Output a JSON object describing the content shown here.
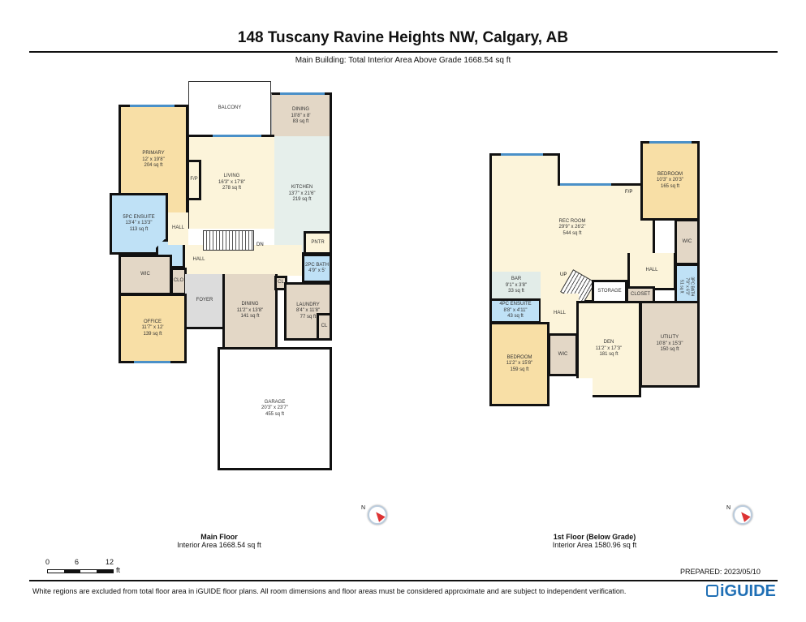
{
  "header": {
    "title": "148 Tuscany Ravine Heights NW, Calgary, AB",
    "subtitle": "Main Building: Total Interior Area Above Grade 1668.54 sq ft"
  },
  "main_floor": {
    "name": "Main Floor",
    "area": "Interior Area 1668.54 sq ft",
    "rooms": {
      "balcony": {
        "name": "BALCONY"
      },
      "dining_top": {
        "name": "DINING",
        "dims": "10'8\" x 8'",
        "area": "83 sq ft"
      },
      "primary": {
        "name": "PRIMARY",
        "dims": "12' x 19'8\"",
        "area": "204 sq ft"
      },
      "living": {
        "name": "LIVING",
        "dims": "16'3\" x 17'8\"",
        "area": "278 sq ft"
      },
      "kitchen": {
        "name": "KITCHEN",
        "dims": "13'7\" x 21'6\"",
        "area": "219 sq ft"
      },
      "fp": {
        "name": "F/P"
      },
      "ensuite": {
        "name": "5PC ENSUITE",
        "dims": "13'4\" x 13'3\"",
        "area": "113 sq ft"
      },
      "hall1": {
        "name": "HALL"
      },
      "hall2": {
        "name": "HALL"
      },
      "dn": {
        "name": "DN"
      },
      "pntr": {
        "name": "PNTR"
      },
      "bath2": {
        "name": "2PC BATH",
        "dims": "4'9\" x 5'"
      },
      "wic": {
        "name": "WIC"
      },
      "clo": {
        "name": "CLO"
      },
      "foyer": {
        "name": "FOYER"
      },
      "dining": {
        "name": "DINING",
        "dims": "11'2\" x 13'8\"",
        "area": "141 sq ft"
      },
      "cl1": {
        "name": "CL"
      },
      "laundry": {
        "name": "LAUNDRY",
        "dims": "8'4\" x 11'8\"",
        "area": "77 sq ft"
      },
      "cl2": {
        "name": "CL"
      },
      "office": {
        "name": "OFFICE",
        "dims": "11'7\" x 12'",
        "area": "139 sq ft"
      },
      "garage": {
        "name": "GARAGE",
        "dims": "20'3\" x 23'7\"",
        "area": "455 sq ft"
      }
    }
  },
  "lower_floor": {
    "name": "1st Floor (Below Grade)",
    "area": "Interior Area 1580.96 sq ft",
    "rooms": {
      "rec": {
        "name": "REC ROOM",
        "dims": "29'9\" x 26'2\"",
        "area": "544 sq ft"
      },
      "fp": {
        "name": "F/P"
      },
      "bedroom1": {
        "name": "BEDROOM",
        "dims": "10'3\" x 20'3\"",
        "area": "165 sq ft"
      },
      "wic1": {
        "name": "WIC"
      },
      "hall1": {
        "name": "HALL"
      },
      "bath3": {
        "name": "3PC BATH",
        "dims": "7'8\" x 6'3\"",
        "area": "51 sq ft"
      },
      "bar": {
        "name": "BAR",
        "dims": "9'1\" x 3'8\"",
        "area": "33 sq ft"
      },
      "up": {
        "name": "UP"
      },
      "storage": {
        "name": "STORAGE"
      },
      "closet": {
        "name": "CLOSET"
      },
      "ensuite": {
        "name": "4PC ENSUITE",
        "dims": "8'8\" x 4'11\"",
        "area": "43 sq ft"
      },
      "hall2": {
        "name": "HALL"
      },
      "bedroom2": {
        "name": "BEDROOM",
        "dims": "11'2\" x 15'8\"",
        "area": "159 sq ft"
      },
      "wic2": {
        "name": "WIC"
      },
      "den": {
        "name": "DEN",
        "dims": "11'2\" x 17'3\"",
        "area": "181 sq ft"
      },
      "utility": {
        "name": "UTILITY",
        "dims": "10'8\" x 15'3\"",
        "area": "150 sq ft"
      }
    }
  },
  "compass": {
    "label": "N"
  },
  "scale": {
    "ticks": [
      "0",
      "6",
      "12"
    ],
    "unit": "ft"
  },
  "prepared": "PREPARED: 2023/05/10",
  "footer": {
    "disclaimer": "White regions are excluded from total floor area in iGUIDE floor plans. All room dimensions and floor areas must be considered approximate and are subject to independent verification.",
    "logo": "iGUIDE"
  }
}
